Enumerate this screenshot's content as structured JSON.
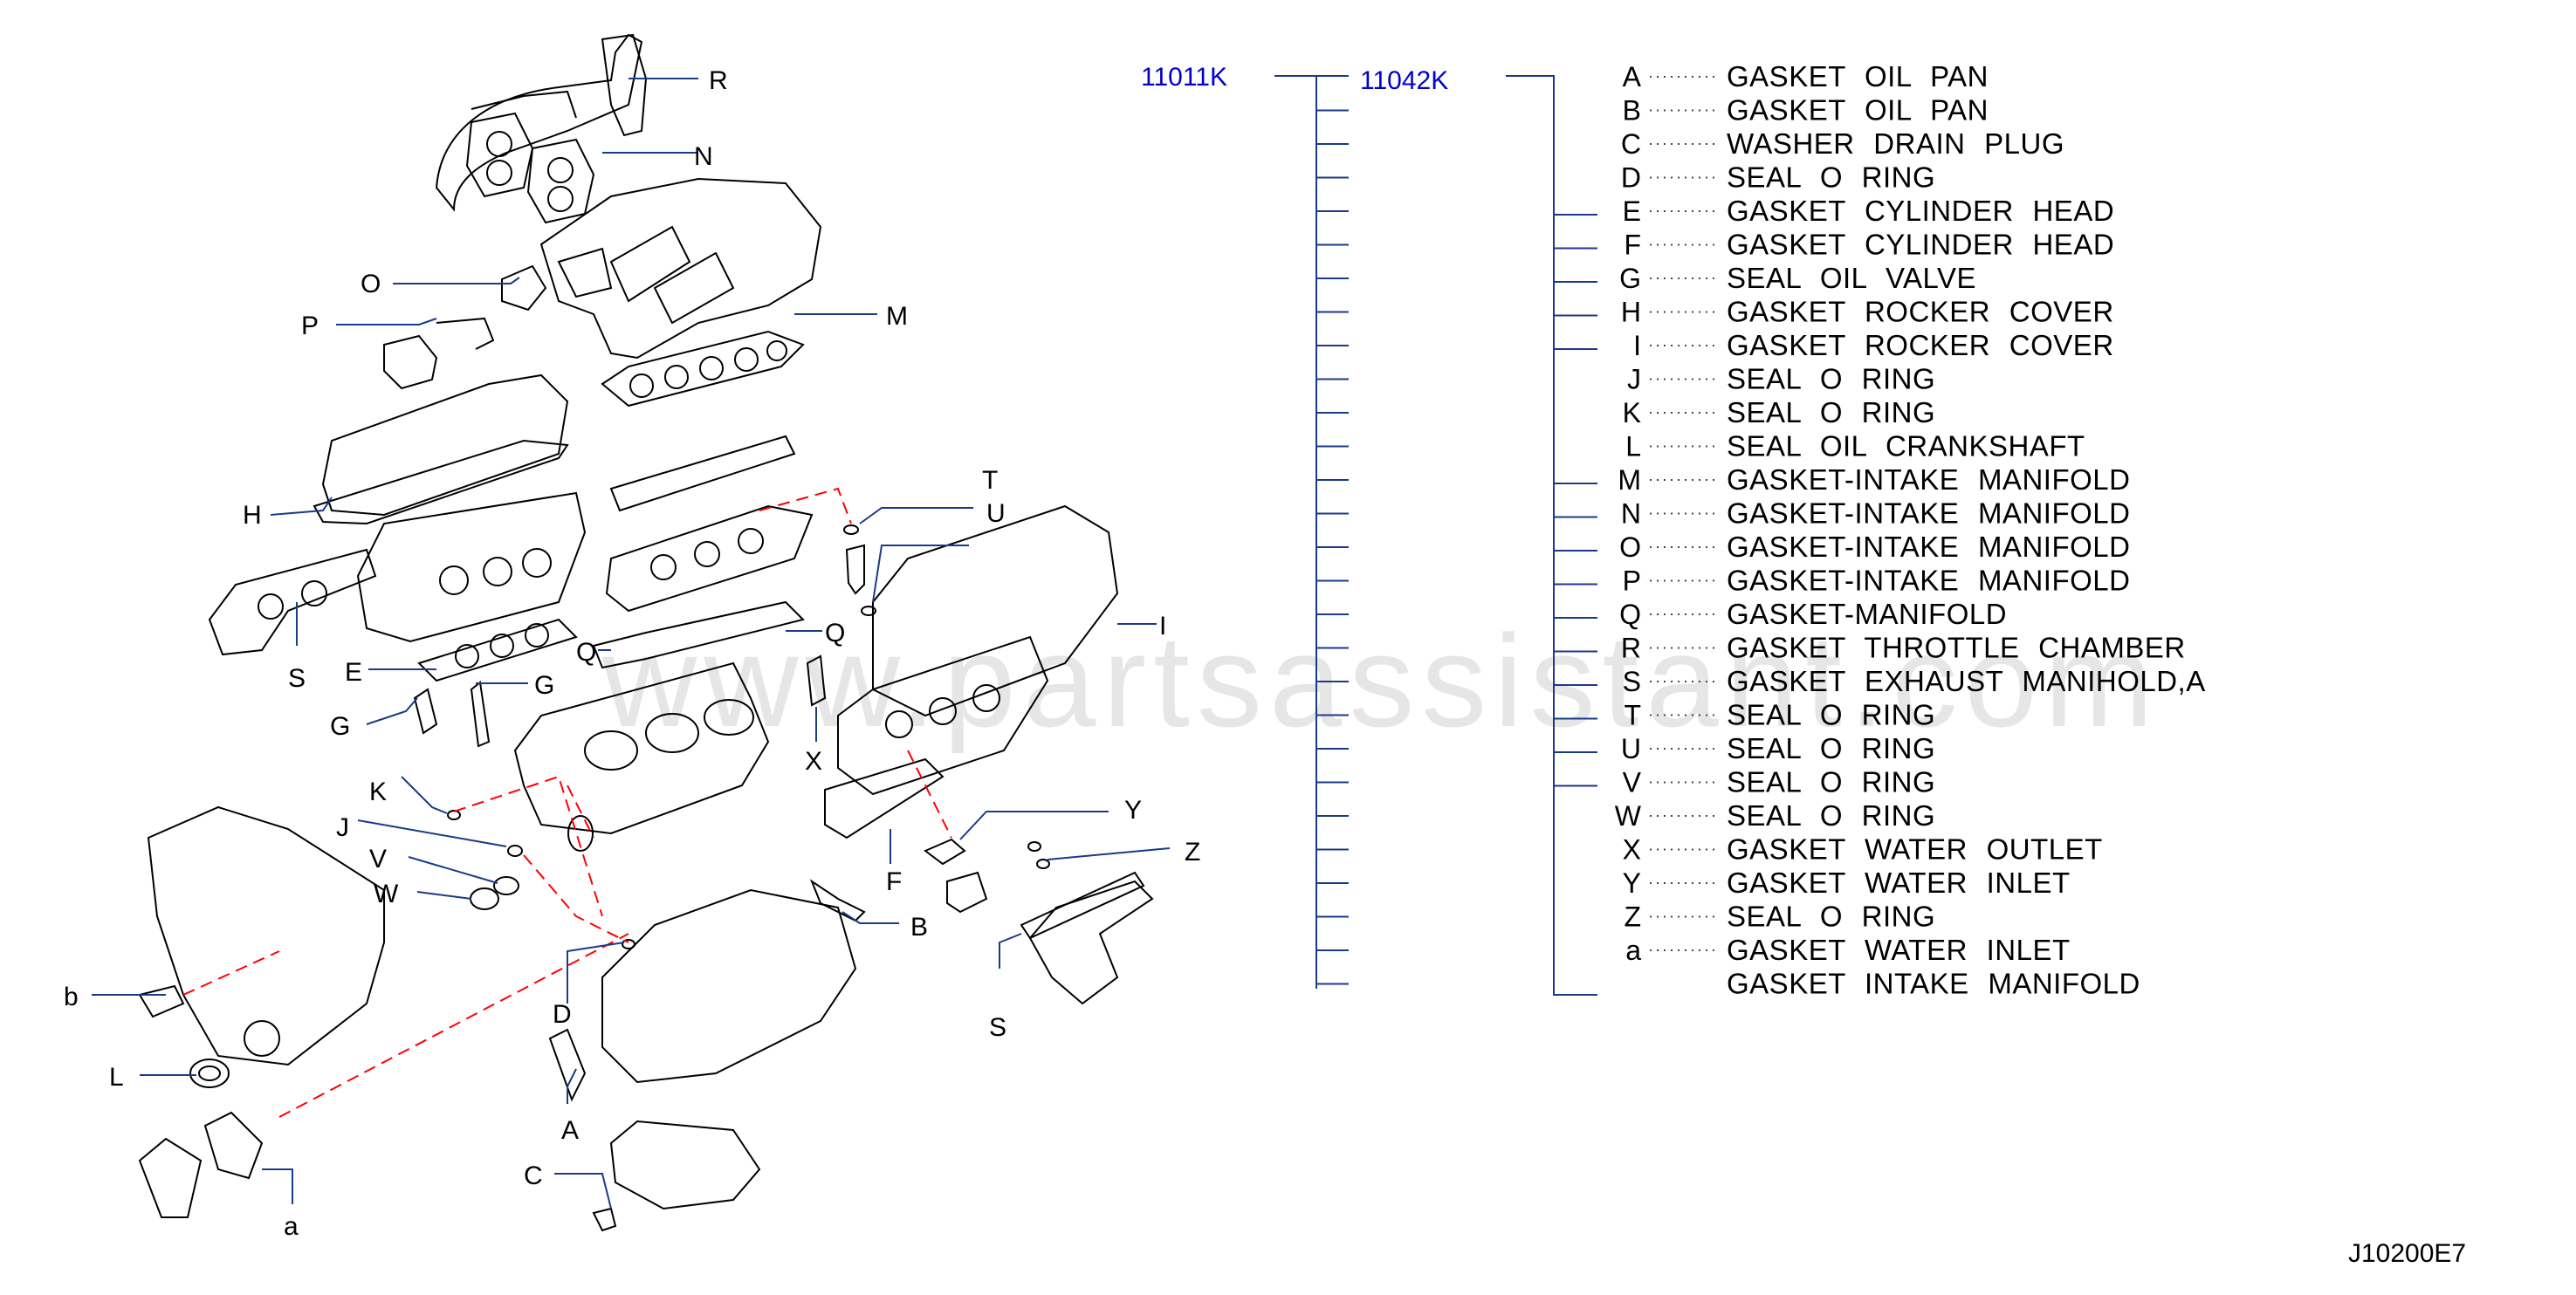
{
  "watermark": "www.partsassistant.com",
  "part_numbers": {
    "assembly": "11011K",
    "kit": "11042K"
  },
  "callout_letters": [
    "R",
    "N",
    "O",
    "P",
    "M",
    "H",
    "S",
    "E",
    "G",
    "G",
    "Q",
    "Q",
    "T",
    "U",
    "I",
    "X",
    "K",
    "J",
    "V",
    "W",
    "Y",
    "Z",
    "F",
    "B",
    "b",
    "L",
    "D",
    "A",
    "S",
    "C",
    "a"
  ],
  "legend": [
    {
      "letter": "A",
      "description": "GASKET OIL PAN"
    },
    {
      "letter": "B",
      "description": "GASKET OIL PAN"
    },
    {
      "letter": "C",
      "description": "WASHER DRAIN PLUG"
    },
    {
      "letter": "D",
      "description": "SEAL O RING"
    },
    {
      "letter": "E",
      "description": "GASKET CYLINDER HEAD"
    },
    {
      "letter": "F",
      "description": "GASKET CYLINDER HEAD"
    },
    {
      "letter": "G",
      "description": "SEAL OIL VALVE"
    },
    {
      "letter": "H",
      "description": "GASKET ROCKER COVER"
    },
    {
      "letter": "I",
      "description": "GASKET ROCKER COVER"
    },
    {
      "letter": "J",
      "description": "SEAL O RING"
    },
    {
      "letter": "K",
      "description": "SEAL O RING"
    },
    {
      "letter": "L",
      "description": "SEAL OIL CRANKSHAFT"
    },
    {
      "letter": "M",
      "description": "GASKET-INTAKE MANIFOLD"
    },
    {
      "letter": "N",
      "description": "GASKET-INTAKE MANIFOLD"
    },
    {
      "letter": "O",
      "description": "GASKET-INTAKE MANIFOLD"
    },
    {
      "letter": "P",
      "description": "GASKET-INTAKE MANIFOLD"
    },
    {
      "letter": "Q",
      "description": "GASKET-MANIFOLD"
    },
    {
      "letter": "R",
      "description": "GASKET THROTTLE CHAMBER"
    },
    {
      "letter": "S",
      "description": "GASKET EXHAUST MANIHOLD,A"
    },
    {
      "letter": "T",
      "description": "SEAL O RING"
    },
    {
      "letter": "U",
      "description": "SEAL O RING"
    },
    {
      "letter": "V",
      "description": "SEAL O RING"
    },
    {
      "letter": "W",
      "description": "SEAL O RING"
    },
    {
      "letter": "X",
      "description": "GASKET WATER OUTLET"
    },
    {
      "letter": "Y",
      "description": "GASKET WATER INLET"
    },
    {
      "letter": "Z",
      "description": "SEAL O RING"
    },
    {
      "letter": "a",
      "description": "GASKET WATER INLET"
    },
    {
      "letter": "",
      "description": "GASKET INTAKE MANIFOLD"
    }
  ],
  "diagram_code": "J10200E7"
}
